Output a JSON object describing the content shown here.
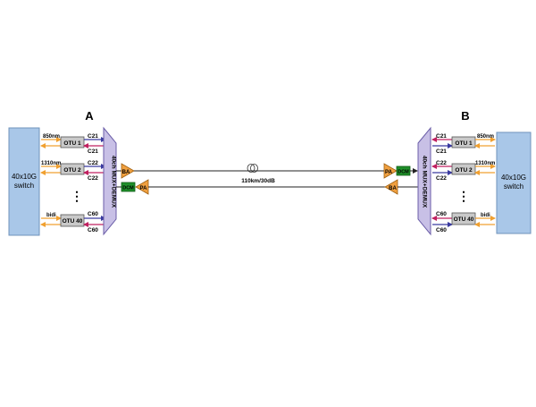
{
  "site_a": {
    "label": "A",
    "switch_line1": "40x10G",
    "switch_line2": "switch",
    "mux_label": "40ch MUX+DEMUX",
    "ba": "BA",
    "pa": "PA",
    "dcm": "DCM",
    "ellipsis": "⋮",
    "channels": [
      {
        "client": "850nm",
        "otu": "OTU 1",
        "tx": "C21",
        "rx": "C21"
      },
      {
        "client": "1310nm",
        "otu": "OTU 2",
        "tx": "C22",
        "rx": "C22"
      },
      {
        "client": "bidi",
        "otu": "OTU 40",
        "tx": "C60",
        "rx": "C60"
      }
    ]
  },
  "site_b": {
    "label": "B",
    "switch_line1": "40x10G",
    "switch_line2": "switch",
    "mux_label": "40ch MUX+DEMUX",
    "ba": "BA",
    "pa": "PA",
    "dcm": "DCM",
    "ellipsis": "⋮",
    "channels": [
      {
        "client": "850nm",
        "otu": "OTU 1",
        "tx": "C21",
        "rx": "C21"
      },
      {
        "client": "1310nm",
        "otu": "OTU 2",
        "tx": "C22",
        "rx": "C22"
      },
      {
        "client": "bidi",
        "otu": "OTU 40",
        "tx": "C60",
        "rx": "C60"
      }
    ]
  },
  "link": {
    "label": "110km/30dB"
  },
  "colors": {
    "switch_fill": "#a9c7e8",
    "switch_stroke": "#6f93bb",
    "otu_fill": "#c9c9c9",
    "mux_fill": "#c8c0e6",
    "amp_fill": "#f0a040",
    "dcm_fill": "#1f8f2a",
    "client_line": "#f0a030",
    "tx_line": "#3a3aa0",
    "rx_line": "#c02060"
  }
}
